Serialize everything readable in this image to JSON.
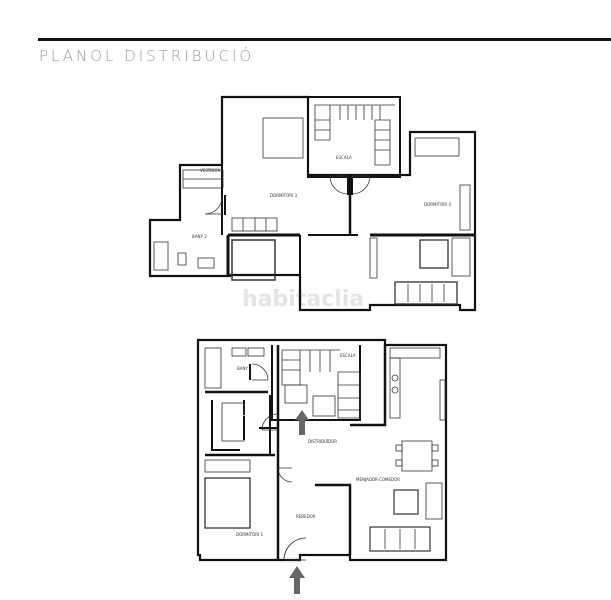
{
  "title": "PLANOL  DISTRIBUCIÓ",
  "watermark": "habitaclia",
  "upper_floor": {
    "rooms": {
      "escala": "ESCALA",
      "dormitori_a": "DORMITORI 3",
      "dormitori_b": "DORMITORI 4",
      "bany": "BANY 2",
      "vestidor": "VESTIDOR"
    }
  },
  "lower_floor": {
    "rooms": {
      "bany": "BANY 1",
      "escala": "ESCALA",
      "distribuidor": "DISTRIBUÏDOR",
      "menjador": "MENJADOR-COMEDOR",
      "rebedor": "REBEDOR",
      "dormitori": "DORMITORI 1"
    }
  },
  "colors": {
    "wall": "#111111",
    "thin": "#333333",
    "arrow": "#666666",
    "title": "#9a9a9a"
  }
}
